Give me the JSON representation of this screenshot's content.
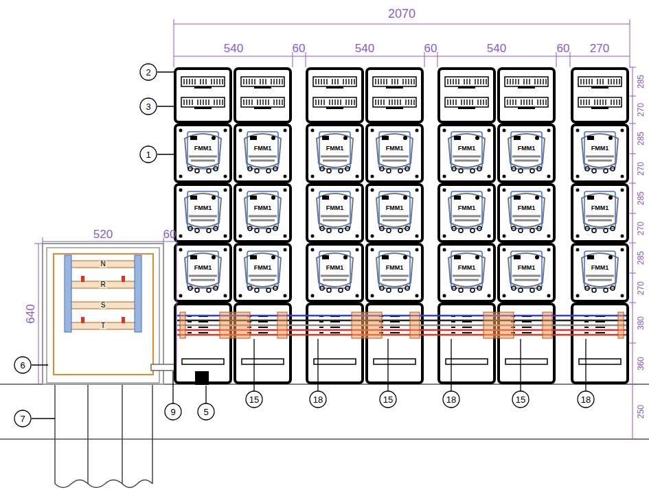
{
  "diagram": {
    "labels": [
      "2070",
      "540",
      "60",
      "540",
      "60",
      "540",
      "60",
      "270",
      "520",
      "60",
      "640",
      "285",
      "270",
      "285",
      "270",
      "285",
      "270",
      "285",
      "270",
      "380",
      "360",
      "250",
      "2",
      "3",
      "1",
      "6",
      "7",
      "9",
      "5",
      "15",
      "18",
      "15",
      "18",
      "15",
      "18",
      "N",
      "R",
      "S",
      "T",
      "FMM1",
      "FMM1",
      "FMM1",
      "FMM1",
      "FMM1",
      "FMM1",
      "FMM1",
      "FMM1",
      "FMM1",
      "FMM1",
      "FMM1",
      "FMM1",
      "FMM1",
      "FMM1",
      "FMM1",
      "FMM1",
      "FMM1",
      "FMM1",
      "FMM1",
      "FMM1",
      "FMM1"
    ]
  }
}
